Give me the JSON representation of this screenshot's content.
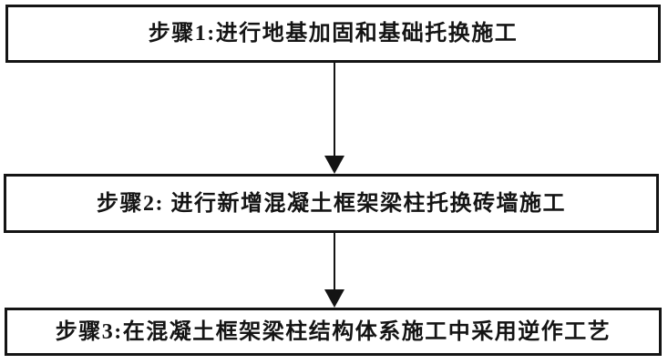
{
  "diagram": {
    "type": "flowchart",
    "direction": "top-down",
    "steps": [
      {
        "id": 1,
        "label": "步骤1:进行地基加固和基础托换施工"
      },
      {
        "id": 2,
        "label": "步骤2: 进行新增混凝土框架梁柱托换砖墙施工"
      },
      {
        "id": 3,
        "label": "步骤3:在混凝土框架梁柱结构体系施工中采用逆作工艺"
      }
    ],
    "connectors": [
      {
        "from": 1,
        "to": 2,
        "style": "solid-arrow-down"
      },
      {
        "from": 2,
        "to": 3,
        "style": "solid-arrow-down"
      }
    ],
    "colors": {
      "background": "#ffffff",
      "box_fill": "#ffffff",
      "box_border": "#141414",
      "text": "#141414",
      "arrow": "#141414"
    }
  }
}
